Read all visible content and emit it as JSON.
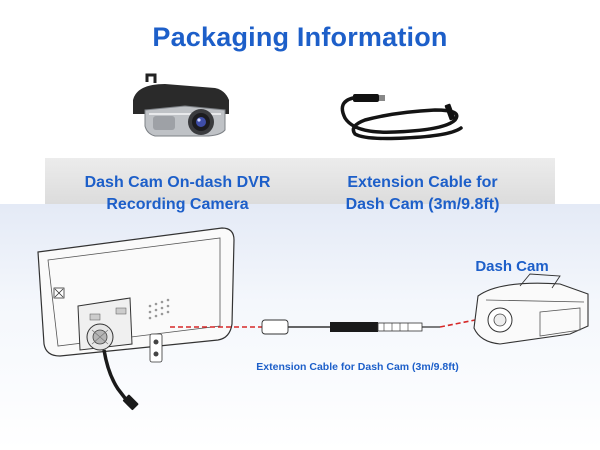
{
  "header": {
    "title": "Packaging Information"
  },
  "items": [
    {
      "caption_line1": "Dash Cam On-dash DVR",
      "caption_line2": "Recording Camera",
      "icon": "dash-cam-photo"
    },
    {
      "caption_line1": "Extension Cable for",
      "caption_line2": "Dash Cam  (3m/9.8ft)",
      "icon": "extension-cable-photo"
    }
  ],
  "diagram": {
    "dashcam_label": "Dash Cam",
    "cable_label": "Extension Cable for Dash Cam  (3m/9.8ft)"
  },
  "colors": {
    "accent": "#1d5fc9",
    "band": "#e2e2e2",
    "connection_line": "#d62828"
  }
}
